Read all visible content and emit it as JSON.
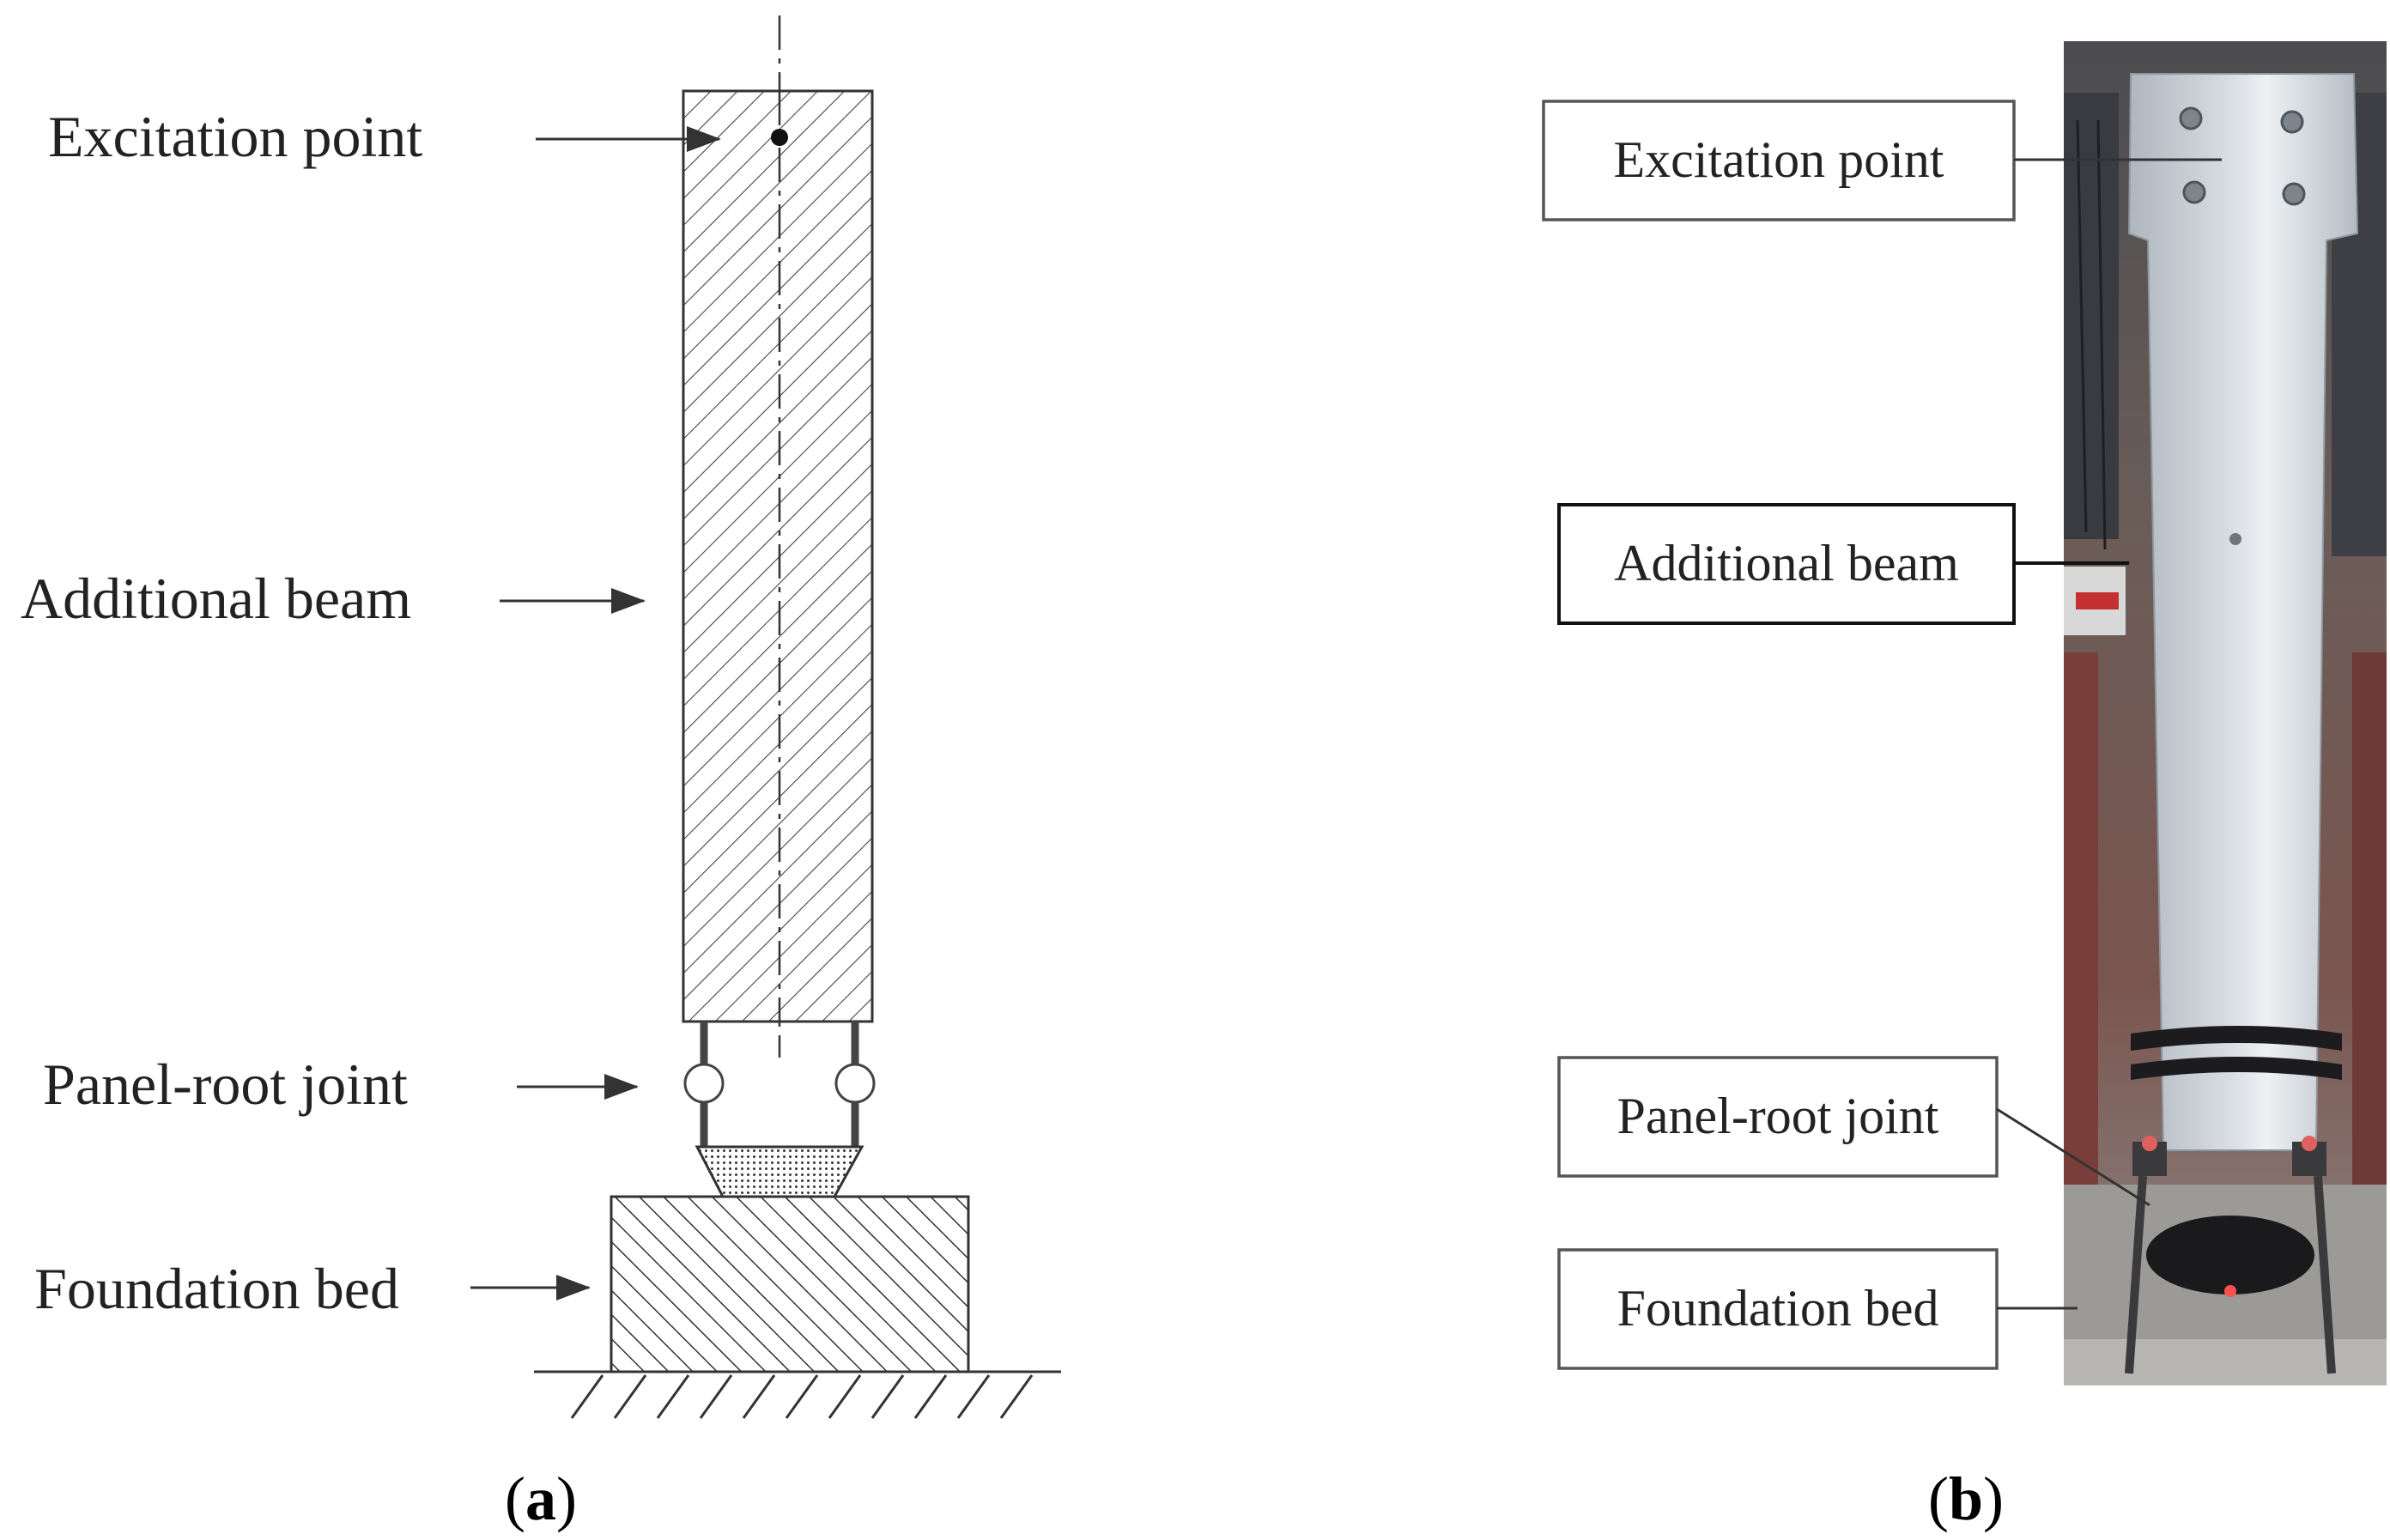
{
  "panel_a": {
    "labels": {
      "excitation_point": "Excitation point",
      "additional_beam": "Additional beam",
      "panel_root_joint": "Panel-root joint",
      "foundation_bed": "Foundation bed"
    },
    "caption": {
      "open": "(",
      "letter": "a",
      "close": ")"
    }
  },
  "panel_b": {
    "labels": {
      "excitation_point": "Excitation point",
      "additional_beam": "Additional beam",
      "panel_root_joint": "Panel-root joint",
      "foundation_bed": "Foundation bed"
    },
    "caption": {
      "open": "(",
      "letter": "b",
      "close": ")"
    }
  },
  "colors": {
    "line": "#333333",
    "hatch": "#444444",
    "photo_beam": "#c4cbd2",
    "photo_background": "#6b5a50"
  }
}
